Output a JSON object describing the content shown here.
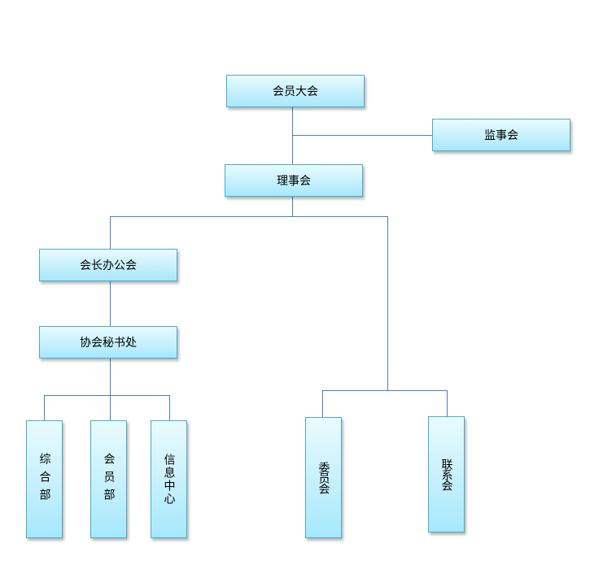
{
  "diagram": {
    "type": "org-chart",
    "colors": {
      "box_border": "#4bacc6",
      "box_fill_top": "#e8fbff",
      "box_fill_bottom": "#a6e8fc",
      "connector": "#4a7ebb",
      "text": "#000000"
    },
    "nodes": {
      "general_assembly": {
        "label": "会员大会"
      },
      "supervisory_board": {
        "label": "监事会"
      },
      "council": {
        "label": "理事会"
      },
      "president_office": {
        "label": "会长办公会"
      },
      "secretariat": {
        "label": "协会秘书处"
      },
      "general_dept": {
        "label": "综合部"
      },
      "member_dept": {
        "label": "会员部"
      },
      "info_center": {
        "label": "信息中心"
      },
      "committee": {
        "label": "委员会"
      },
      "liaison": {
        "label": "联系会"
      }
    },
    "edges": [
      {
        "from": "会员大会",
        "to": "理事会"
      },
      {
        "from": "会员大会",
        "to": "监事会"
      },
      {
        "from": "理事会",
        "to": "会长办公会"
      },
      {
        "from": "理事会",
        "to": "委员会"
      },
      {
        "from": "理事会",
        "to": "联系会"
      },
      {
        "from": "会长办公会",
        "to": "协会秘书处"
      },
      {
        "from": "协会秘书处",
        "to": "综合部"
      },
      {
        "from": "协会秘书处",
        "to": "会员部"
      },
      {
        "from": "协会秘书处",
        "to": "信息中心"
      }
    ]
  }
}
